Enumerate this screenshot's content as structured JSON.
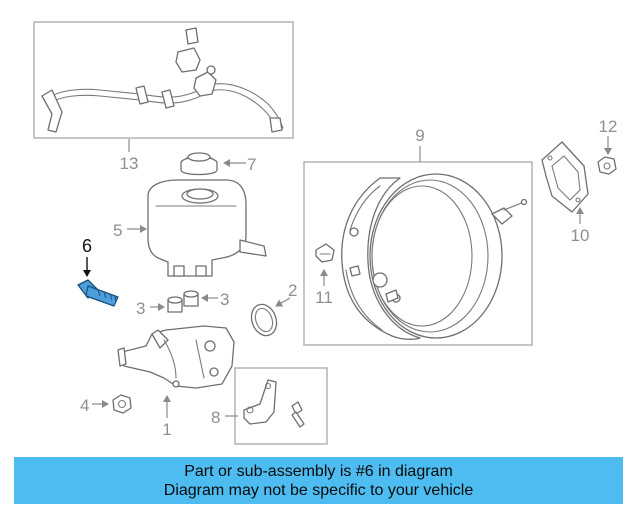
{
  "callouts": {
    "c1": "1",
    "c2": "2",
    "c3a": "3",
    "c3b": "3",
    "c4": "4",
    "c5": "5",
    "c6": "6",
    "c7": "7",
    "c8": "8",
    "c9": "9",
    "c10": "10",
    "c11": "11",
    "c12": "12",
    "c13": "13"
  },
  "highlight": {
    "part_number": "6",
    "color": "#4a9fdc"
  },
  "banner": {
    "line1": "Part or sub-assembly is #6 in diagram",
    "line2": "Diagram may not be specific to your vehicle",
    "color": "#4dbcf0"
  }
}
